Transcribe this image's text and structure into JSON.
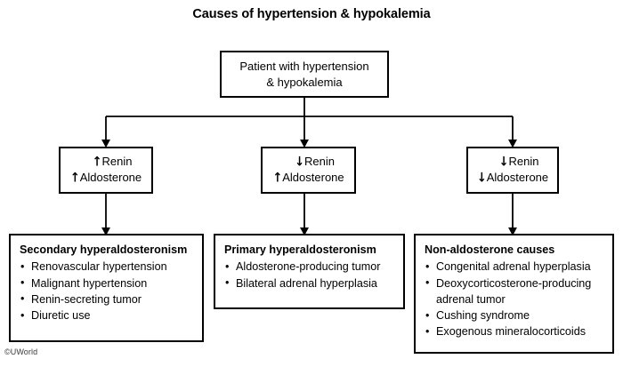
{
  "title": "Causes of hypertension & hypokalemia",
  "watermark": "©UWorld",
  "root": {
    "line1": "Patient with hypertension",
    "line2": "& hypokalemia"
  },
  "levels": [
    {
      "name": "high-renin-high-aldosterone",
      "renin_arrow": "↑",
      "renin_label": "Renin",
      "aldosterone_arrow": "↑",
      "aldosterone_label": "Aldosterone"
    },
    {
      "name": "low-renin-high-aldosterone",
      "renin_arrow": "↓",
      "renin_label": "Renin",
      "aldosterone_arrow": "↑",
      "aldosterone_label": "Aldosterone"
    },
    {
      "name": "low-renin-low-aldosterone",
      "renin_arrow": "↓",
      "renin_label": "Renin",
      "aldosterone_arrow": "↓",
      "aldosterone_label": "Aldosterone"
    }
  ],
  "causes": [
    {
      "name": "secondary-hyperaldosteronism",
      "heading": "Secondary hyperaldosteronism",
      "bullet": "•",
      "items": [
        {
          "text": "Renovascular hypertension",
          "cont": ""
        },
        {
          "text": "Malignant hypertension",
          "cont": ""
        },
        {
          "text": "Renin-secreting tumor",
          "cont": ""
        },
        {
          "text": "Diuretic use",
          "cont": ""
        }
      ]
    },
    {
      "name": "primary-hyperaldosteronism",
      "heading": "Primary hyperaldosteronism",
      "bullet": "•",
      "items": [
        {
          "text": "Aldosterone-producing tumor",
          "cont": ""
        },
        {
          "text": "Bilateral adrenal hyperplasia",
          "cont": ""
        }
      ]
    },
    {
      "name": "non-aldosterone-causes",
      "heading": "Non-aldosterone causes",
      "bullet": "•",
      "items": [
        {
          "text": "Congenital adrenal hyperplasia",
          "cont": ""
        },
        {
          "text": "Deoxycorticosterone-producing",
          "cont": "adrenal tumor"
        },
        {
          "text": "Cushing syndrome",
          "cont": ""
        },
        {
          "text": "Exogenous mineralocorticoids",
          "cont": ""
        }
      ]
    }
  ],
  "colors": {
    "stroke": "#000000",
    "background": "#ffffff",
    "text": "#000000"
  }
}
